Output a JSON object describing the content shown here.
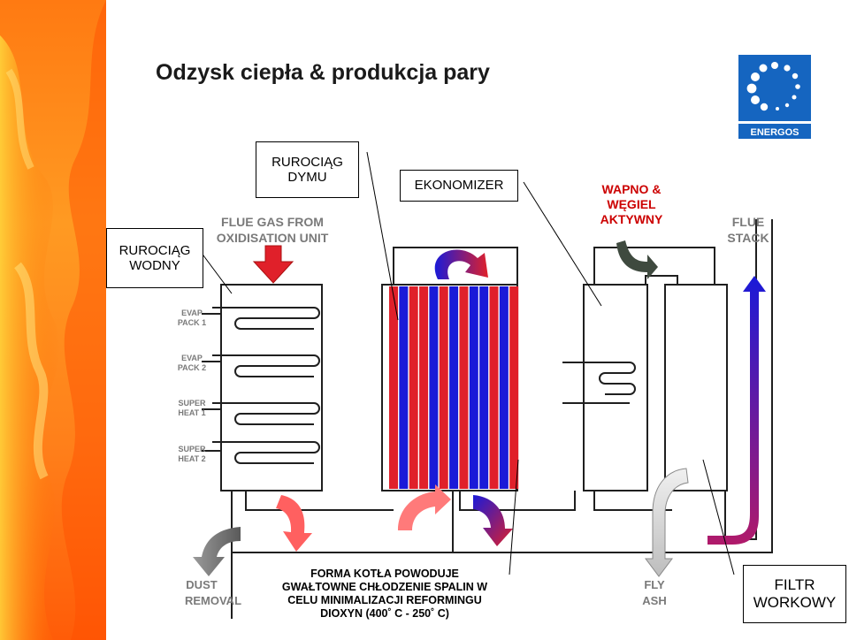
{
  "title": "Odzysk ciepła & produkcja pary",
  "logo": {
    "text": "ENERGOS",
    "color": "#1565c0"
  },
  "callouts": {
    "rurociag_dymu": "RUROCIĄG\nDYMU",
    "ekonomizer": "EKONOMIZER",
    "rurociag_wodny": "RUROCIĄG\nWODNY",
    "wapno": "WAPNO &\nWĘGIEL\nAKTYWNY",
    "filtr": "FILTR\nWORKOWY",
    "description": "FORMA KOTŁA POWODUJE\nGWAŁTOWNE CHŁODZENIE SPALIN W\nCELU MINIMALIZACJI REFORMINGU\nDIOXYN (400˚ C - 250˚ C)"
  },
  "diagram_labels": {
    "flue_gas_from": "FLUE GAS FROM",
    "oxidisation_unit": "OXIDISATION UNIT",
    "flue": "FLUE",
    "stack": "STACK",
    "evap_pack_1": [
      "EVAP",
      "PACK 1"
    ],
    "evap_pack_2": [
      "EVAP",
      "PACK 2"
    ],
    "super_heat_1": [
      "SUPER",
      "HEAT 1"
    ],
    "super_heat_2": [
      "SUPER",
      "HEAT 2"
    ],
    "dust": "DUST",
    "removal": "REMOVAL",
    "fly": "FLY",
    "ash": "ASH"
  },
  "colors": {
    "hot": "#e0202a",
    "cold": "#1a1ad8",
    "label_red": "#cc0000",
    "gray_arrow": "#6e6e6e",
    "diagram_text": "#7a7a7a",
    "flame_top": "#ff9a1a",
    "flame_bottom": "#ff5a00"
  }
}
